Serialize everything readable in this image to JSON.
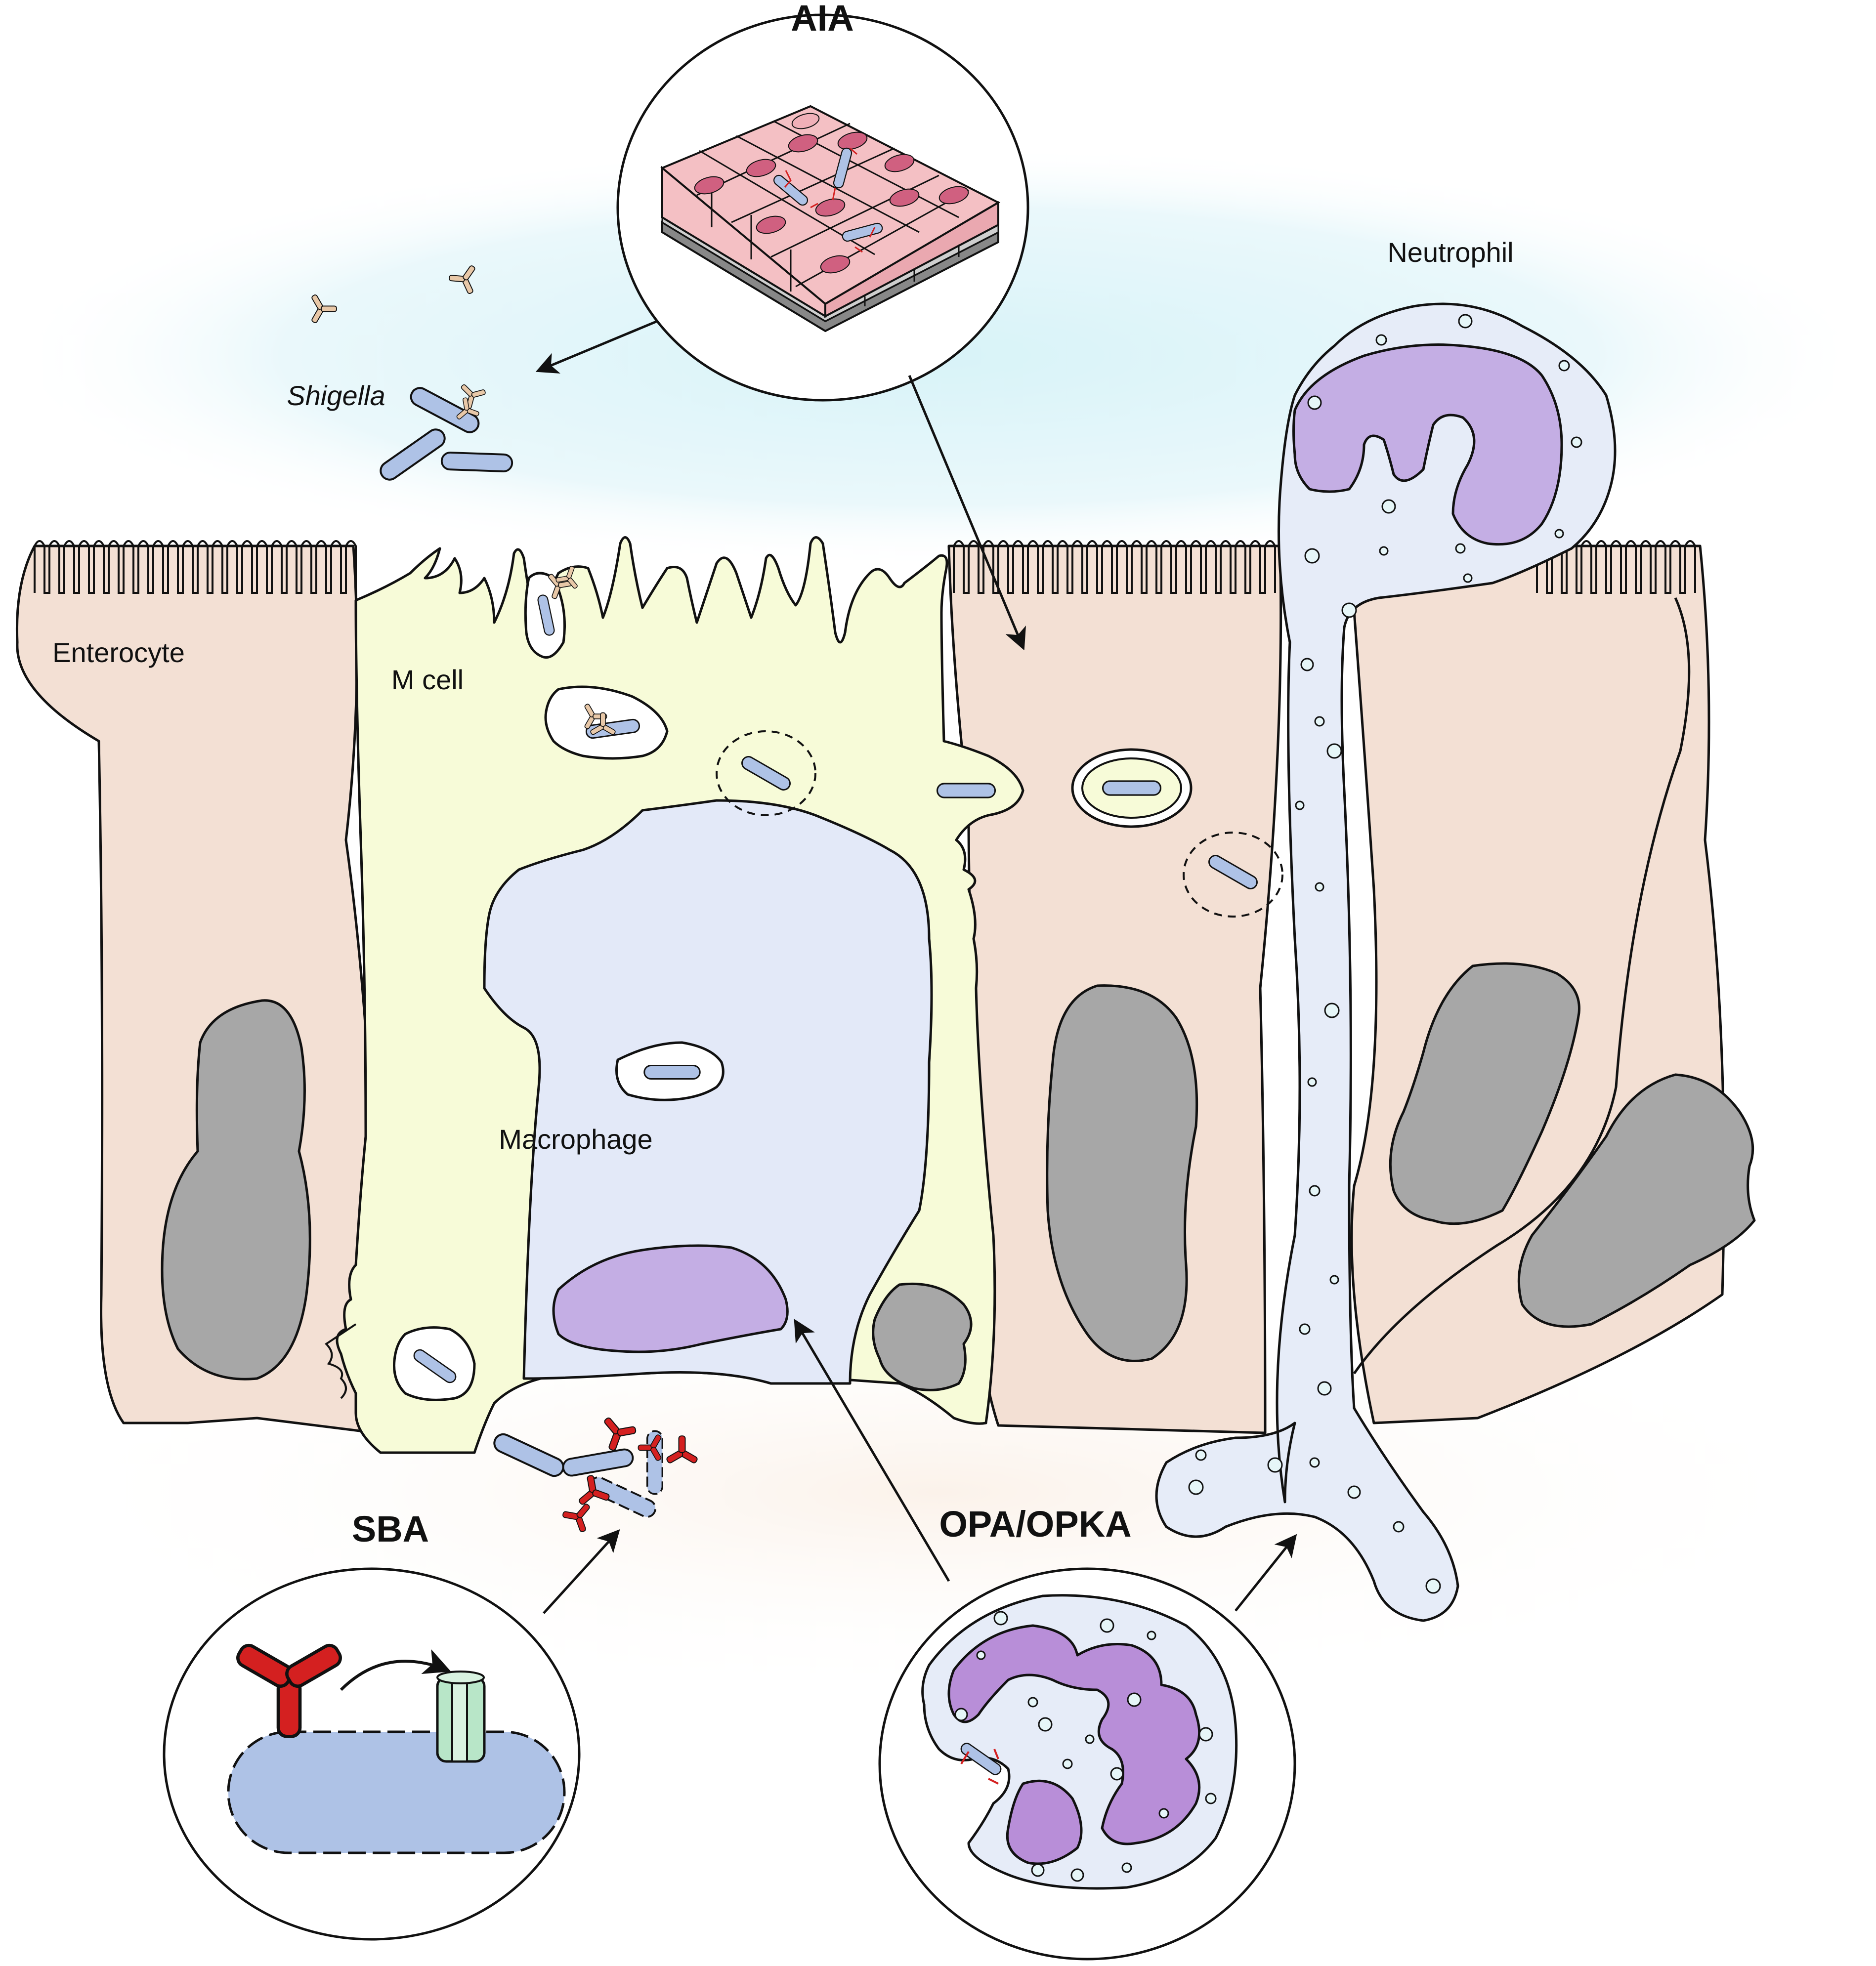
{
  "labels": {
    "aia": "AIA",
    "neutrophil": "Neutrophil",
    "shigella": "Shigella",
    "enterocyte": "Enterocyte",
    "m_cell": "M cell",
    "macrophage": "Macrophage",
    "sba": "SBA",
    "opa_opka": "OPA/OPKA"
  },
  "colors": {
    "enterocyte_fill": "#f3e0d4",
    "m_cell_fill": "#f7fbd8",
    "macrophage_fill": "#e3e9f8",
    "neutrophil_fill": "#e6ecf8",
    "nucleus_gray": "#a7a7a7",
    "nucleus_purple": "#c4aee4",
    "bacterium": "#aec2e6",
    "antibody_tan": "#e8c8a8",
    "antibody_red": "#d42020",
    "pore_green": "#b8e6c8",
    "epithelium_pink": "#f4c0c4",
    "epithelium_nucleus": "#d06080",
    "lumen_tint": "#e2f6fa"
  },
  "icons": [
    "antibody-icon",
    "bacterium-icon",
    "pore-icon",
    "arrow-icon"
  ]
}
